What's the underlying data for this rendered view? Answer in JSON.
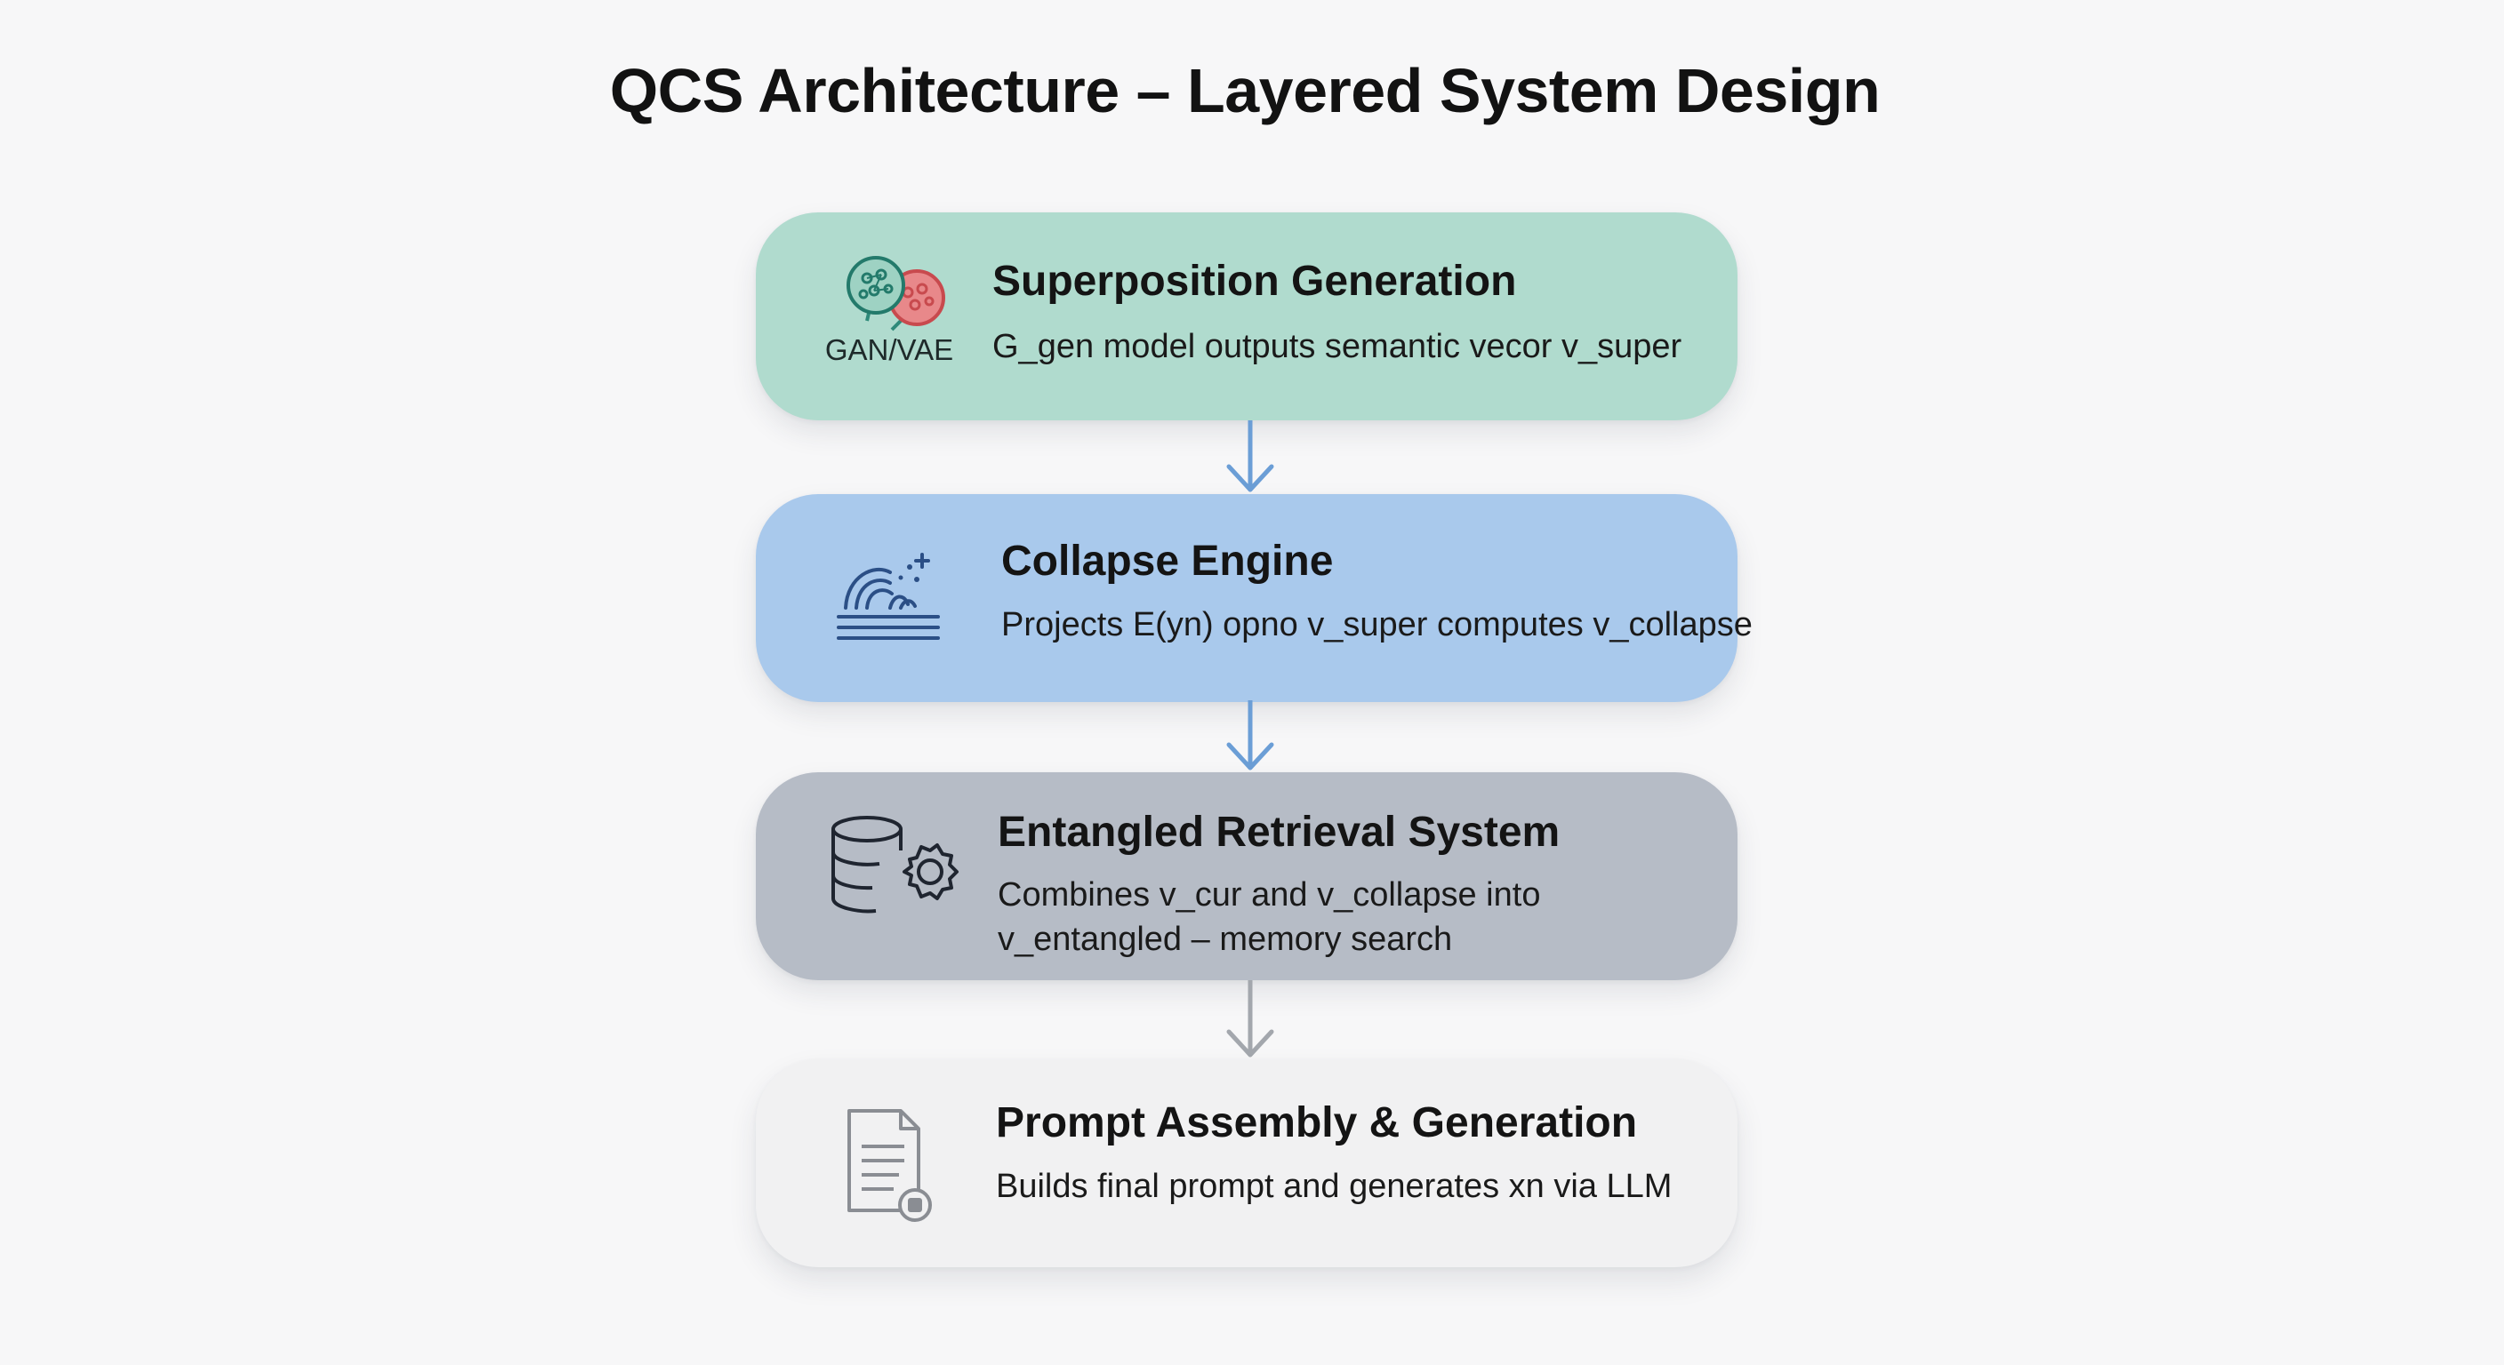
{
  "title": "QCS Architecture – Layered System Design",
  "layers": [
    {
      "heading": "Superposition Generation",
      "description": "G_gen model outputs semantic vecor v_super",
      "icon": "gan-vae-icon",
      "icon_caption": "GAN/VAE",
      "color": "#b0dbce"
    },
    {
      "heading": "Collapse Engine",
      "description": "Projects E(yn) opno v_super computes v_collapse",
      "icon": "wave-collapse-icon",
      "color": "#a9c9ec"
    },
    {
      "heading": "Entangled Retrieval System",
      "description_lines": [
        "Combines v_cur and v_collapse into",
        "v_entangled – memory search"
      ],
      "icon": "database-gear-icon",
      "color": "#b6bcc6"
    },
    {
      "heading": "Prompt Assembly & Generation",
      "description": "Builds final prompt and generates xn via LLM",
      "icon": "document-icon",
      "color": "#f1f1f2"
    }
  ],
  "arrows": [
    {
      "from": "Superposition Generation",
      "to": "Collapse Engine",
      "color": "#6b9ed6"
    },
    {
      "from": "Collapse Engine",
      "to": "Entangled Retrieval System",
      "color": "#6b9ed6"
    },
    {
      "from": "Entangled Retrieval System",
      "to": "Prompt Assembly & Generation",
      "color": "#a3a7ad"
    }
  ]
}
